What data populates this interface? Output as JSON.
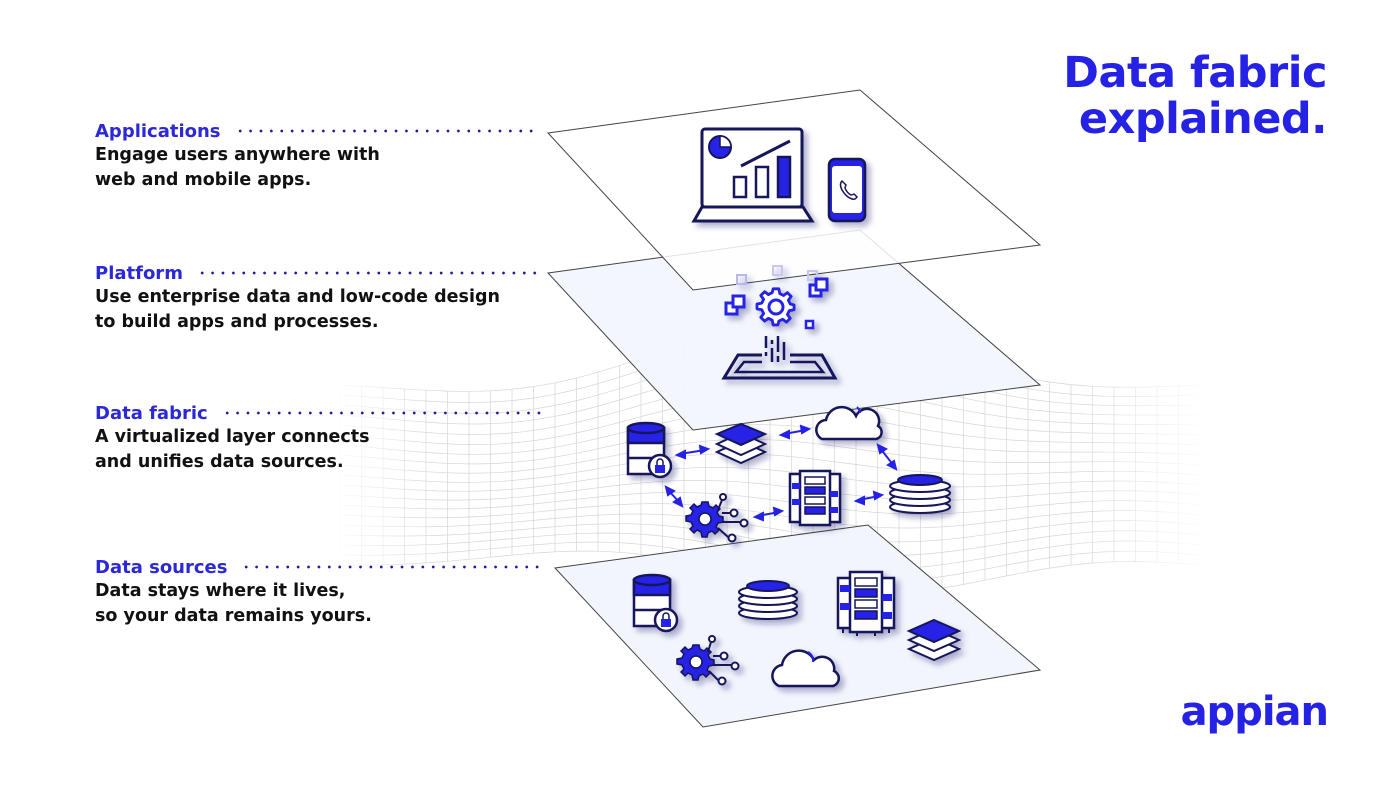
{
  "title": {
    "line1": "Data fabric",
    "line2": "explained."
  },
  "layers": [
    {
      "name": "Applications",
      "description_line1": "Engage users anywhere with",
      "description_line2": "web and mobile apps.",
      "icons": [
        "laptop-chart-icon",
        "smartphone-icon"
      ]
    },
    {
      "name": "Platform",
      "description_line1": "Use enterprise data and low-code design",
      "description_line2": "to build apps and processes.",
      "icons": [
        "low-code-gear-icon"
      ]
    },
    {
      "name": "Data fabric",
      "description_line1": "A virtualized layer connects",
      "description_line2": "and unifies data sources.",
      "icons": [
        "secure-database-icon",
        "layers-icon",
        "cloud-icon",
        "database-cluster-icon",
        "server-rack-icon",
        "gear-network-icon"
      ]
    },
    {
      "name": "Data sources",
      "description_line1": "Data stays where it lives,",
      "description_line2": "so your data remains yours.",
      "icons": [
        "secure-database-icon",
        "database-cluster-icon",
        "server-rack-icon",
        "layers-icon",
        "gear-network-icon",
        "cloud-icon"
      ]
    }
  ],
  "logo": "appian",
  "colors": {
    "accent": "#2522e6",
    "icon_dark": "#14145a",
    "plane_fill": "#f2f5fc",
    "plane_stroke": "#444444",
    "mesh": "#d8d8d8",
    "text": "#111111"
  }
}
